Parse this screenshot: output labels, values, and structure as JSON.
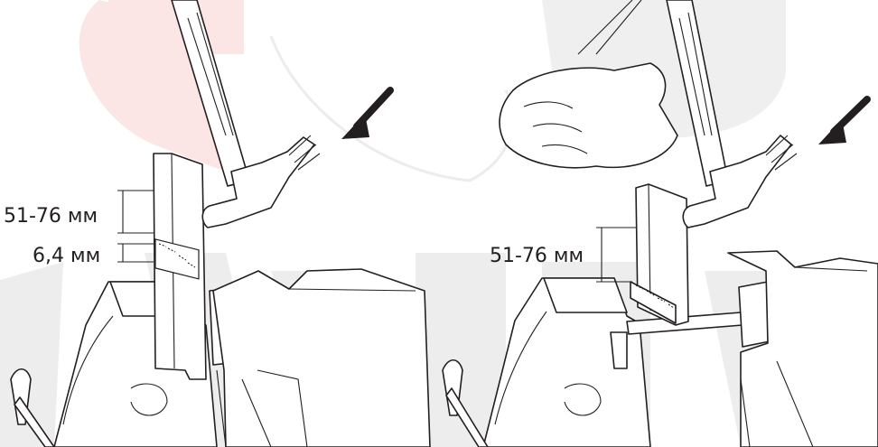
{
  "watermark": {
    "text": "SVARMA",
    "colors": {
      "grey": "#ececec",
      "red": "#fbe5e5"
    }
  },
  "left_panel": {
    "dim_upper": "51-76 мм",
    "dim_lower": "6,4 мм",
    "arrow_icon": "arrow-down-left-icon"
  },
  "right_panel": {
    "dim_upper": "51-76 мм",
    "arrow_icon": "arrow-down-left-icon"
  },
  "colors": {
    "ink": "#231f20",
    "background": "#ffffff"
  }
}
